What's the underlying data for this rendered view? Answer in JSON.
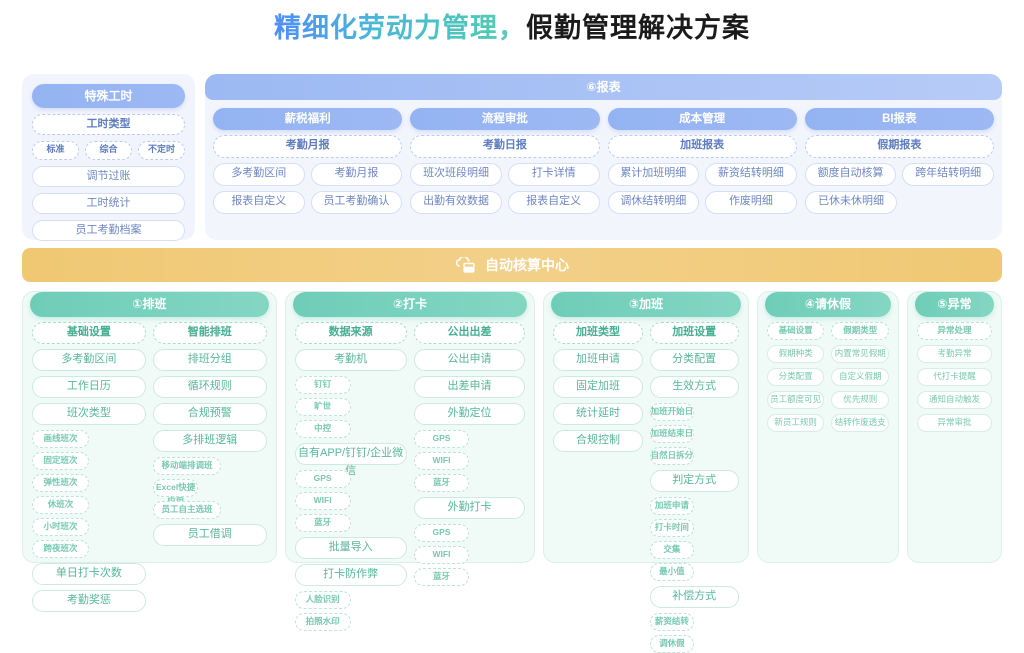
{
  "title": {
    "part1": "精细化劳动力管理",
    "comma": "，",
    "part2": "假勤管理解决方案"
  },
  "special_hours_panel": {
    "header": "特殊工时",
    "items": [
      "工时类型"
    ],
    "types": [
      "标准",
      "综合",
      "不定时"
    ],
    "more": [
      "调节过账",
      "工时统计",
      "员工考勤档案"
    ]
  },
  "report_panel": {
    "header": "⑥报表",
    "columns": [
      {
        "title": "薪税福利",
        "category": "考勤月报",
        "items": [
          "多考勤区间",
          "考勤月报",
          "报表自定义",
          "员工考勤确认"
        ]
      },
      {
        "title": "流程审批",
        "category": "考勤日报",
        "items": [
          "班次班段明细",
          "打卡详情",
          "出勤有效数据",
          "报表自定义"
        ]
      },
      {
        "title": "成本管理",
        "category": "加班报表",
        "items": [
          "累计加班明细",
          "薪资结转明细",
          "调休结转明细",
          "作废明细"
        ]
      },
      {
        "title": "BI报表",
        "category": "假期报表",
        "items": [
          "额度自动核算",
          "跨年结转明细",
          "已休未休明细"
        ]
      }
    ]
  },
  "auto_center_bar": {
    "label": "自动核算中心",
    "icon": "cloud-server-icon"
  },
  "sections": [
    {
      "header": "①排班",
      "left": {
        "category": "基础设置",
        "items": [
          "多考勤区间",
          "工作日历",
          "班次类型"
        ],
        "tiny": [
          "画线班次",
          "固定班次",
          "弹性班次",
          "休班次",
          "小时班次",
          "跨夜班次"
        ],
        "after": [
          "单日打卡次数",
          "考勤奖惩"
        ]
      },
      "right": {
        "category": "智能排班",
        "items": [
          "排班分组",
          "循环规则",
          "合规预警",
          "多排班逻辑"
        ],
        "tiny": [
          "移动端排调班",
          "Excel快捷应用",
          "员工自主选班"
        ],
        "after": [
          "员工借调"
        ]
      }
    },
    {
      "header": "②打卡",
      "left": {
        "category": "数据来源",
        "items": [
          "考勤机"
        ],
        "tiny": [
          "钉钉",
          "旷世",
          "中控"
        ],
        "mid": [
          "自有APP/钉钉/企业微信"
        ],
        "tiny2": [
          "GPS",
          "WIFI",
          "蓝牙"
        ],
        "after": [
          "批量导入",
          "打卡防作弊"
        ],
        "tiny3": [
          "人脸识别",
          "拍照水印"
        ]
      },
      "right": {
        "category": "公出出差",
        "items": [
          "公出申请",
          "出差申请",
          "外勤定位"
        ],
        "tiny": [
          "GPS",
          "WIFI",
          "蓝牙"
        ],
        "mid": [
          "外勤打卡"
        ],
        "tiny2": [
          "GPS",
          "WIFI",
          "蓝牙"
        ]
      }
    },
    {
      "header": "③加班",
      "left": {
        "category": "加班类型",
        "items": [
          "加班申请",
          "固定加班",
          "统计延时",
          "合规控制"
        ]
      },
      "right": {
        "category": "加班设置",
        "items": [
          "分类配置",
          "生效方式"
        ],
        "tiny": [
          "加班开始日",
          "加班结束日",
          "自然日拆分"
        ],
        "mid": [
          "判定方式"
        ],
        "tiny2": [
          "加班申请",
          "打卡时间",
          "交集",
          "最小值"
        ],
        "mid2": [
          "补偿方式"
        ],
        "tiny3": [
          "薪资结转",
          "调休假"
        ]
      }
    },
    {
      "header": "④请休假",
      "left": {
        "category": "基础设置",
        "items": [
          "假期种类",
          "分类配置",
          "员工额度可见",
          "新员工规则"
        ]
      },
      "right": {
        "category": "假期类型",
        "items": [
          "内置常见假期",
          "自定义假期",
          "优先规则",
          "结转作废透支"
        ]
      }
    },
    {
      "header": "⑤异常",
      "left": {
        "category": "异常处理",
        "items": [
          "考勤异常",
          "代打卡提醒",
          "通知自动触发",
          "异常审批"
        ]
      }
    }
  ],
  "colors": {
    "blue": "#93b3f2",
    "green": "#6ecdb8",
    "yellow": "#f0c873",
    "title_gradient_start": "#4f8ef7",
    "title_gradient_end": "#4ecbb4"
  }
}
